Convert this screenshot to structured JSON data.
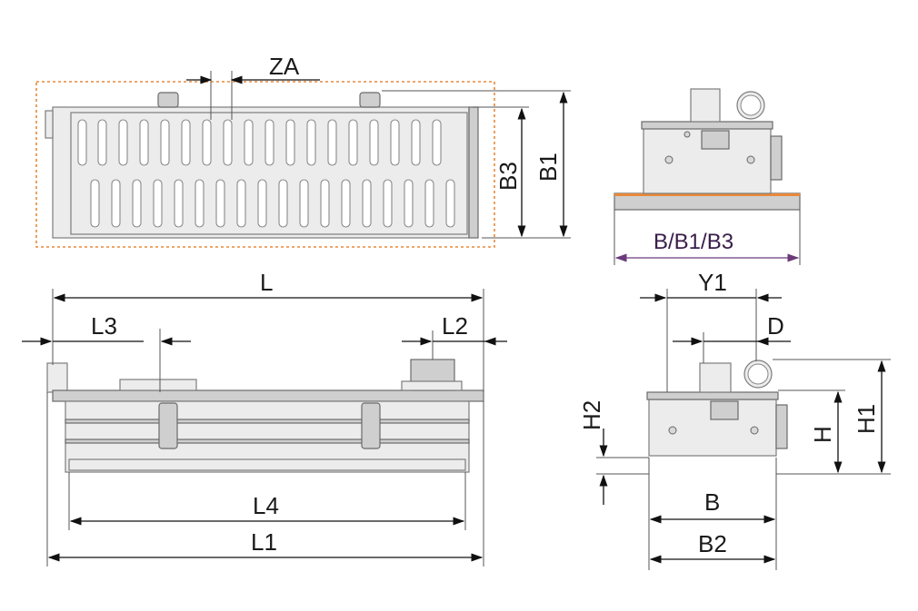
{
  "labels": {
    "za": "ZA",
    "b3": "B3",
    "b1": "B1",
    "b_b1_b3": "B/B1/B3",
    "l": "L",
    "l3": "L3",
    "l2": "L2",
    "l4": "L4",
    "l1": "L1",
    "y1": "Y1",
    "d": "D",
    "h2": "H2",
    "h": "H",
    "h1": "H1",
    "b": "B",
    "b2": "B2"
  },
  "colors": {
    "outline": "#111111",
    "highlight_box": "#e8893a",
    "part_fill": "#ececec",
    "purple_dimension": "#6b3a7a"
  }
}
